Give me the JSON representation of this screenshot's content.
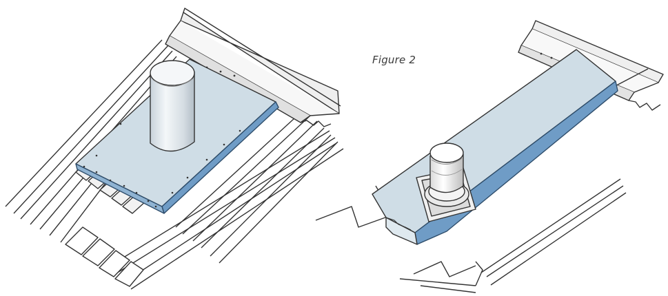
{
  "figure": {
    "caption": "Figure 2"
  },
  "illustrations": [
    {
      "name": "left-detail",
      "subject": "flashing-with-pipe-on-corrugated-roof"
    },
    {
      "name": "right-detail",
      "subject": "flashing-with-vent-on-trapezoidal-roof"
    }
  ],
  "colors": {
    "flashing": "#cfdde6",
    "flashing_edge": "#6f9cc6",
    "metal": "#e6e6e6",
    "stroke": "#333333"
  }
}
